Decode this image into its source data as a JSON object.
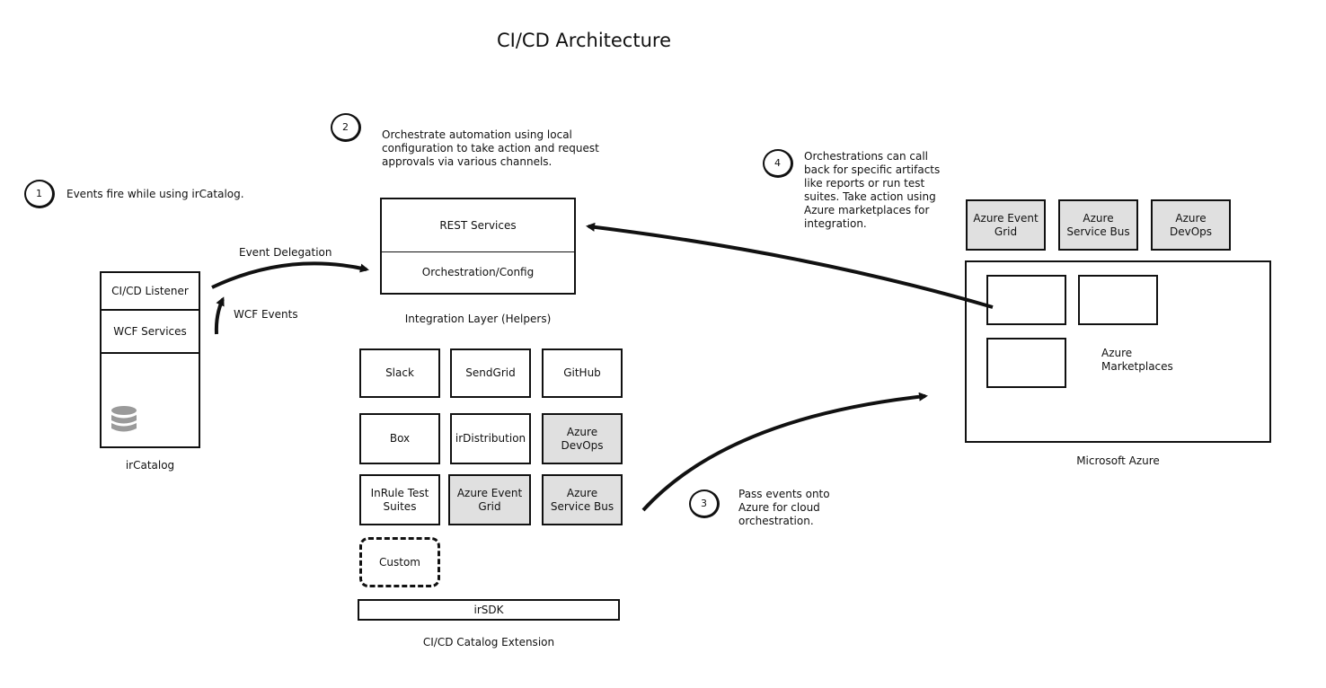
{
  "title": "CI/CD Architecture",
  "steps": [
    {
      "number": "1",
      "text": "Events fire while using irCatalog."
    },
    {
      "number": "2",
      "text": "Orchestrate automation using local\nconfiguration to take action and request\napprovals via various channels."
    },
    {
      "number": "3",
      "text": "Pass events onto\nAzure for cloud\norchestration."
    },
    {
      "number": "4",
      "text": "Orchestrations can call\nback for specific artifacts\nlike reports or run test\nsuites.  Take action using\nAzure marketplaces for\nintegration."
    }
  ],
  "ircatalog": {
    "listener": "CI/CD Listener",
    "wcf_services": "WCF Services",
    "caption": "irCatalog",
    "db_icon": "database-icon"
  },
  "arrows": {
    "event_delegation": "Event Delegation",
    "wcf_events": "WCF Events"
  },
  "integration": {
    "rest": "REST Services",
    "orchestration": "Orchestration/Config",
    "caption": "Integration Layer (Helpers)"
  },
  "extension": {
    "tiles": [
      {
        "label": "Slack",
        "gray": false
      },
      {
        "label": "SendGrid",
        "gray": false
      },
      {
        "label": "GitHub",
        "gray": false
      },
      {
        "label": "Box",
        "gray": false
      },
      {
        "label": "irDistribution",
        "gray": false
      },
      {
        "label": "Azure\nDevOps",
        "gray": true
      },
      {
        "label": "InRule Test\nSuites",
        "gray": false
      },
      {
        "label": "Azure Event\nGrid",
        "gray": true
      },
      {
        "label": "Azure\nService Bus",
        "gray": true
      }
    ],
    "custom": "Custom",
    "sdk": "irSDK",
    "caption": "CI/CD Catalog Extension"
  },
  "azure": {
    "services": [
      "Azure Event\nGrid",
      "Azure\nService Bus",
      "Azure\nDevOps"
    ],
    "marketplaces": "Azure\nMarketplaces",
    "caption": "Microsoft Azure"
  }
}
